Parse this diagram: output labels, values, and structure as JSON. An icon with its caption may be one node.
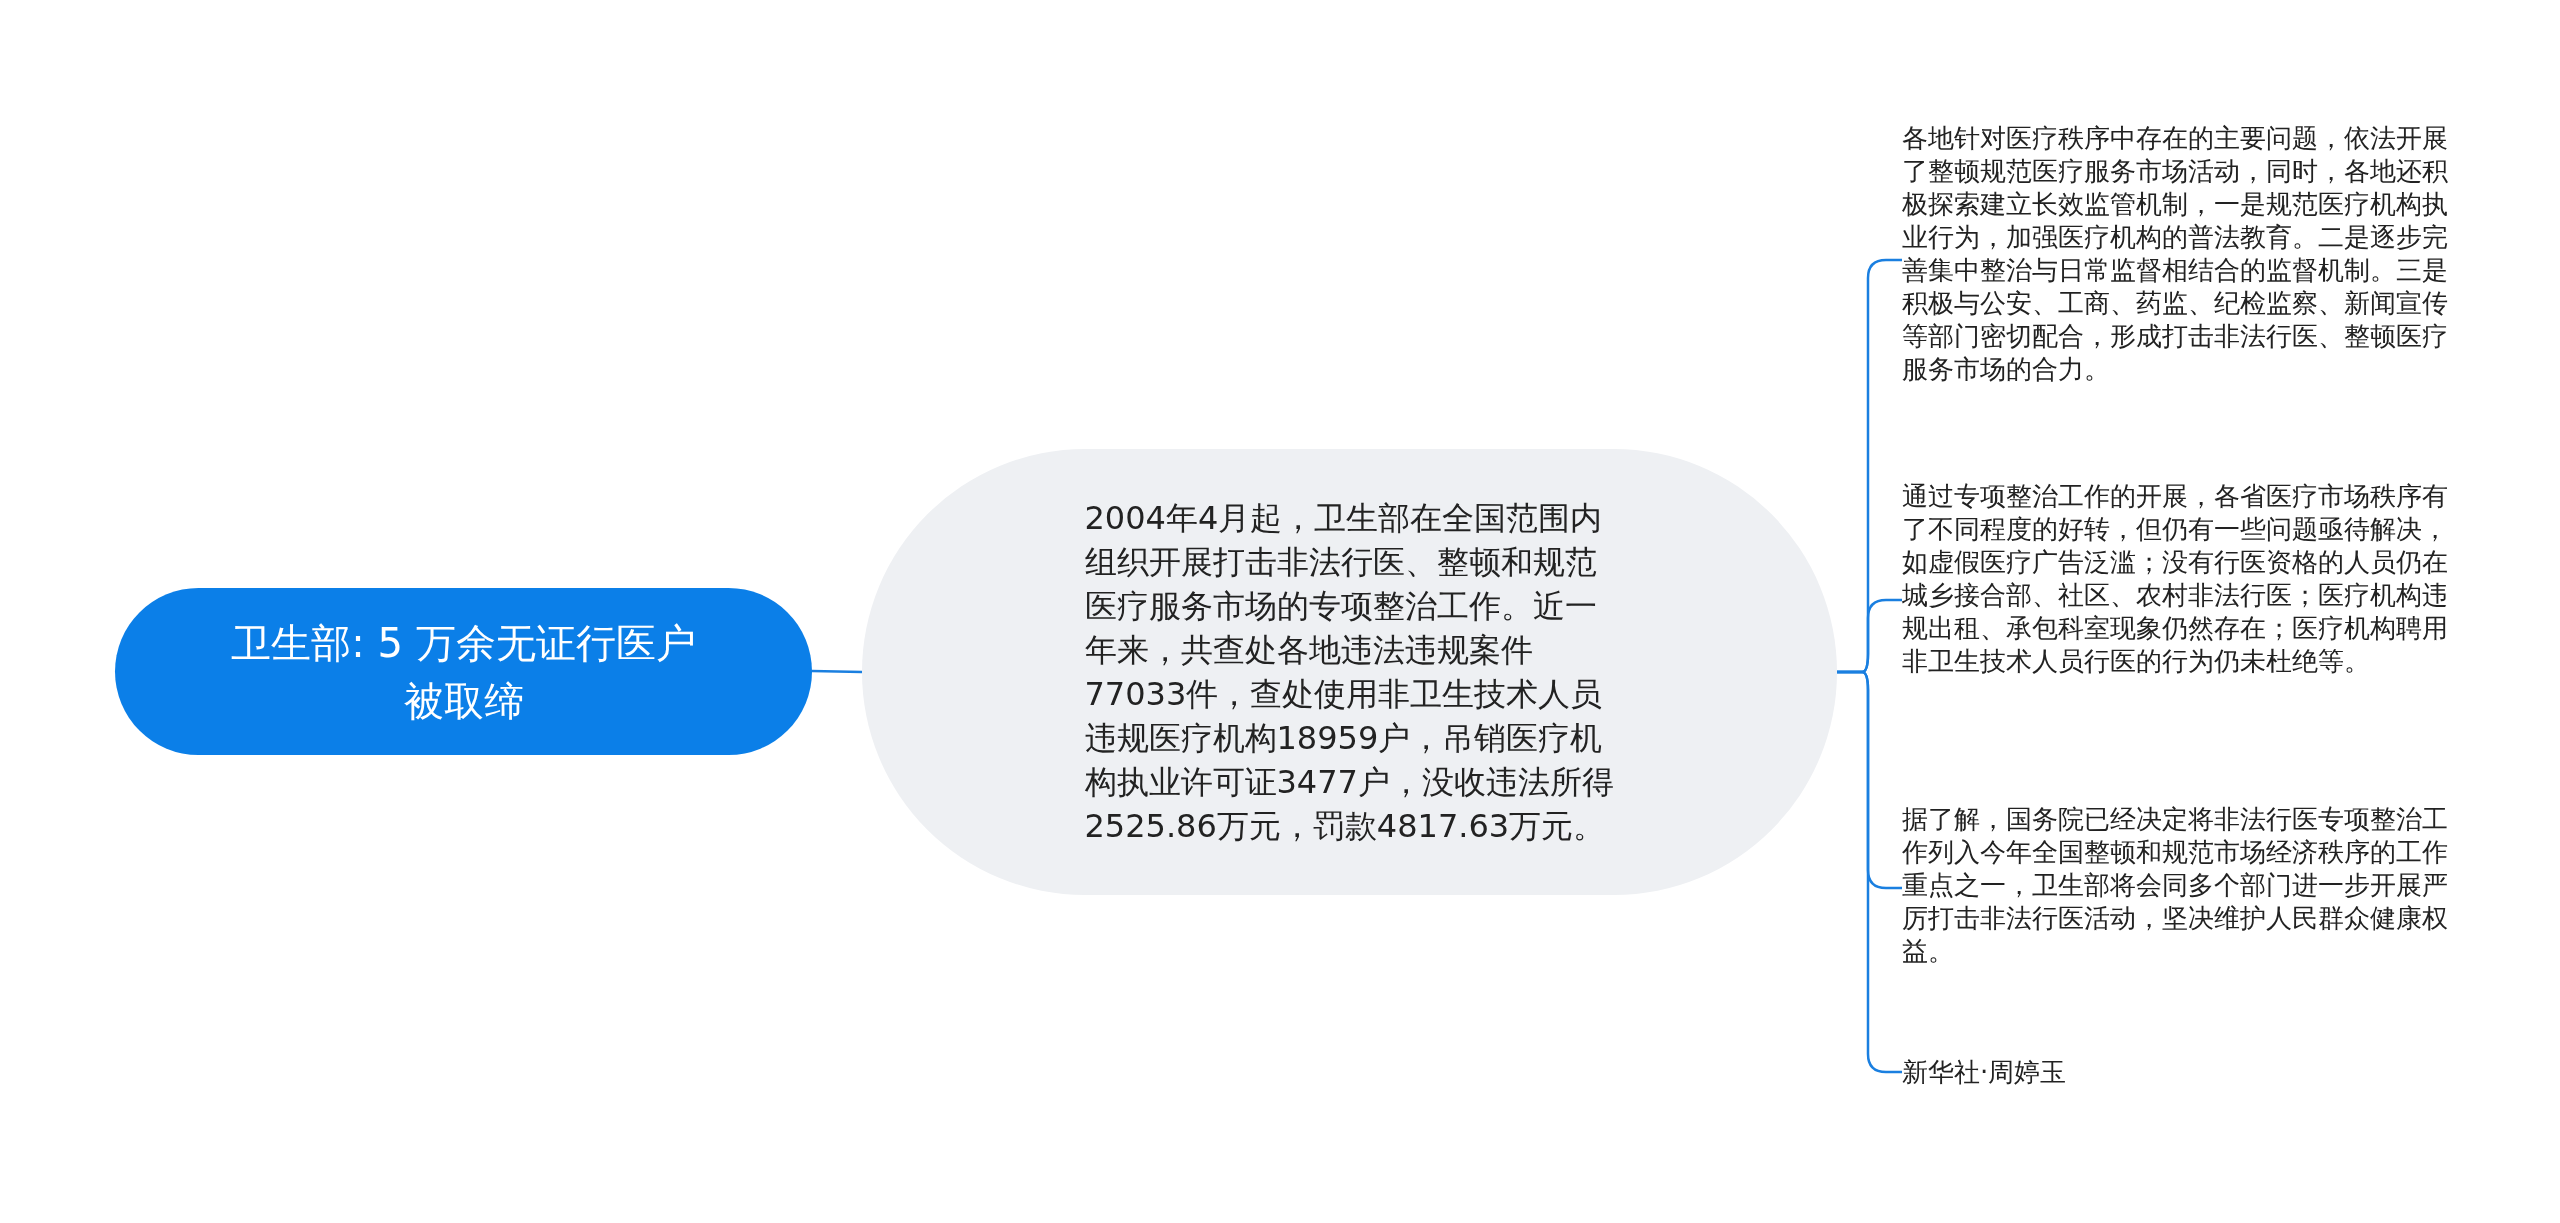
{
  "diagram": {
    "nodes": [
      {
        "text": [
          "卫生部: 5 万余无证行医户被取缔"
        ]
      },
      {
        "text": [
          "2004年4月起，卫生部在全国范围内组织开展打击非法行医、整顿和规范医疗服务市场的专项整治工作。近一年来，共查处各地违法违规案件77033件，查处使用非卫生技术人员违规医疗机构18959户，吊销医疗机构执业许可证3477户，没收违法所得2525.86万元，罚款4817.63万元。"
        ]
      },
      {
        "text": [
          "各地针对医疗秩序中存在的主要问题，依法开展了整顿规范医疗服务市场活动，同时，各地还积极探索建立长效监管机制，一是规范医疗机构执业行为，加强医疗机构的普法教育。二是逐步完善集中整治与日常监督相结合的监督机制。三是积极与公安、工商、药监、纪检监察、新闻宣传等部门密切配合，形成打击非法行医、整顿医疗服务市场的合力。"
        ]
      },
      {
        "text": [
          "通过专项整治工作的开展，各省医疗市场秩序有了不同程度的好转，但仍有一些问题亟待解决，如虚假医疗广告泛滥；没有行医资格的人员仍在城乡接合部、社区、农村非法行医；医疗机构违规出租、承包科室现象仍然存在；医疗机构聘用非卫生技术人员行医的行为仍未杜绝等。"
        ]
      },
      {
        "text": [
          "据了解，国务院已经决定将非法行医专项整治工作列入今年全国整顿和规范市场经济秩序的工作重点之一，卫生部将会同多个部门进一步开展严厉打击非法行医活动，坚决维护人民群众健康权益。"
        ]
      },
      {
        "text": [
          "新华社·周婷玉"
        ]
      }
    ],
    "edges": [
      {
        "from": 0,
        "to": 1,
        "arrow": "none"
      },
      {
        "from": 1,
        "to": 2,
        "arrow": "none"
      },
      {
        "from": 1,
        "to": 3,
        "arrow": "none"
      },
      {
        "from": 1,
        "to": 4,
        "arrow": "none"
      },
      {
        "from": 1,
        "to": 5,
        "arrow": "none"
      }
    ]
  }
}
